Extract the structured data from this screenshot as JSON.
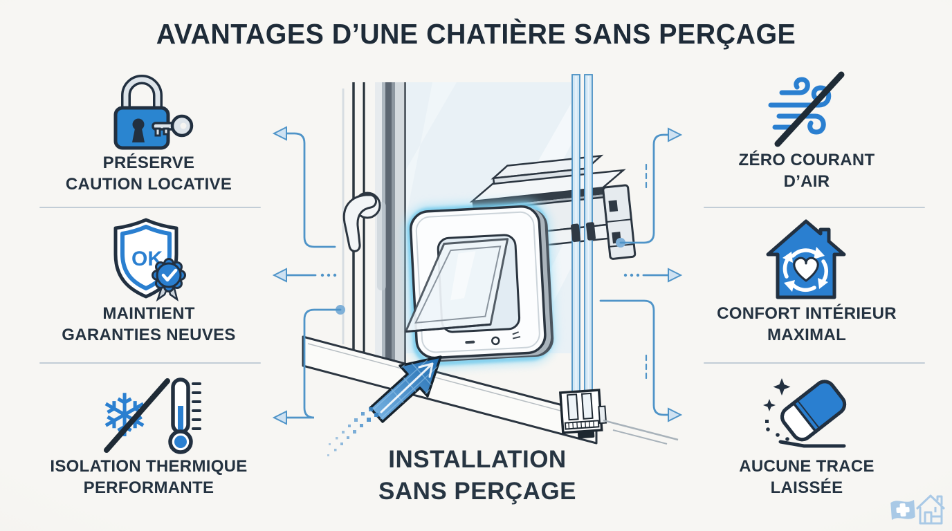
{
  "title": "AVANTAGES D’UNE CHATIÈRE SANS PERÇAGE",
  "center_caption": {
    "line1": "INSTALLATION",
    "line2": "SANS PERÇAGE"
  },
  "left_items": [
    {
      "icon": "padlock-key-icon",
      "line1": "PRÉSERVE",
      "line2": "CAUTION LOCATIVE"
    },
    {
      "icon": "shield-ok-badge-icon",
      "badge_text": "OK",
      "line1": "MAINTIENT",
      "line2": "GARANTIES NEUVES"
    },
    {
      "icon": "snowflake-thermometer-icon",
      "line1": "ISOLATION THERMIQUE",
      "line2": "PERFORMANTE"
    }
  ],
  "right_items": [
    {
      "icon": "no-draft-wind-icon",
      "line1": "ZÉRO COURANT",
      "line2": "D’AIR"
    },
    {
      "icon": "house-comfort-icon",
      "line1": "CONFORT INTÉRIEUR",
      "line2": "MAXIMAL"
    },
    {
      "icon": "eraser-icon",
      "line1": "AUCUNE TRACE",
      "line2": "LAISSÉE"
    }
  ],
  "watermark_icons": [
    "flag-cross-icon",
    "house-outline-icon"
  ],
  "colors": {
    "accent_blue": "#2a7fd0",
    "dark_navy": "#223040",
    "connector_blue": "#4f94c8",
    "connector_fill": "#cfe2f2",
    "glow_cyan": "#8fd8f2",
    "background": "#f6f5f2",
    "divider_gray": "#c2cdd6",
    "watermark_blue": "#a9c9e6"
  }
}
